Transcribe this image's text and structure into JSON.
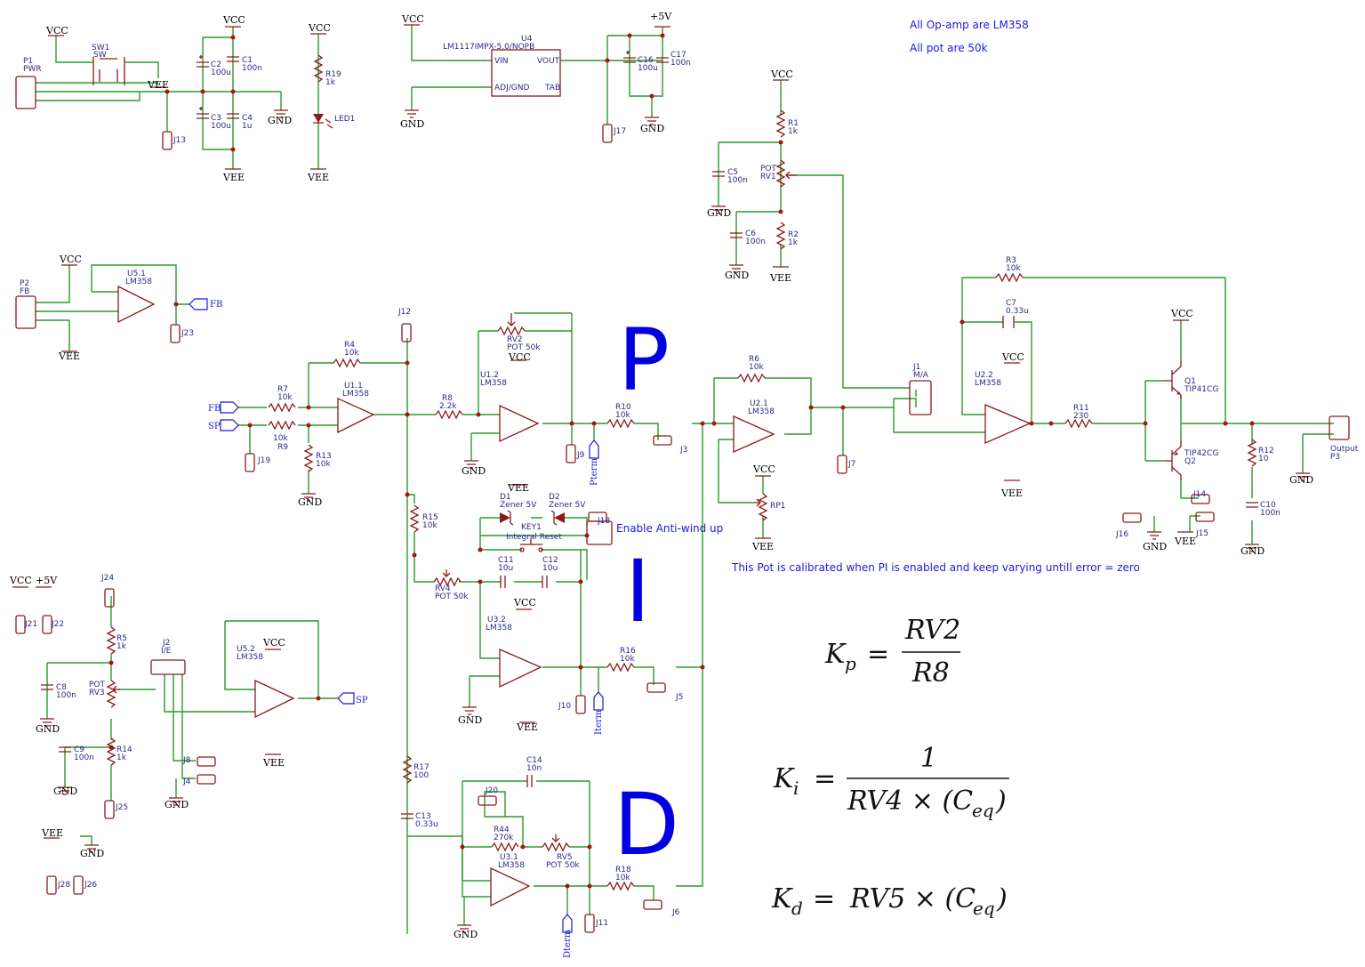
{
  "notes": {
    "opamp": "All Op-amp are LM358",
    "pot": "All pot are 50k",
    "calibration": "This Pot is calibrated when PI is enabled and keep varying untill error = zero",
    "antiwind": "Enable Anti-wind up"
  },
  "sections": {
    "p": "P",
    "i": "I",
    "d": "D"
  },
  "equations": {
    "kp": {
      "lhs": "K",
      "sub": "p",
      "num": "RV2",
      "den": "R8"
    },
    "ki": {
      "lhs": "K",
      "sub": "i",
      "num": "1",
      "den_a": "RV4 × (C",
      "den_sub": "eq",
      "den_b": ")"
    },
    "kd": {
      "lhs": "K",
      "sub": "d",
      "rhs_a": "RV5 × (C",
      "rhs_sub": "eq",
      "rhs_b": ")"
    }
  },
  "power": {
    "vcc": "VCC",
    "vee": "VEE",
    "gnd": "GND",
    "p5v": "+5V"
  },
  "global_labels": {
    "fb": "FB",
    "sp": "SP",
    "pterm": "Pterm",
    "iterm": "Iterm",
    "dterm": "Dterm"
  },
  "components": {
    "p1": {
      "ref": "P1",
      "val": "PWR"
    },
    "sw1": {
      "ref": "SW1",
      "val": "SW"
    },
    "c1": {
      "ref": "C1",
      "val": "100n"
    },
    "c2": {
      "ref": "C2",
      "val": "100u"
    },
    "c3": {
      "ref": "C3",
      "val": "100u"
    },
    "c4": {
      "ref": "C4",
      "val": "1u"
    },
    "r19": {
      "ref": "R19",
      "val": "1k"
    },
    "led1": {
      "ref": "LED1"
    },
    "u4": {
      "ref": "U4",
      "val": "LM1117IMPX-5.0/NOPB",
      "vin": "VIN",
      "vout": "VOUT",
      "adj": "ADJ/GND",
      "tab": "TAB"
    },
    "c16": {
      "ref": "C16",
      "val": "100u"
    },
    "c17": {
      "ref": "C17",
      "val": "100n"
    },
    "r1": {
      "ref": "R1",
      "val": "1k"
    },
    "rv1": {
      "ref": "RV1",
      "val": "POT"
    },
    "r2": {
      "ref": "R2",
      "val": "1k"
    },
    "c5": {
      "ref": "C5",
      "val": "100n"
    },
    "c6": {
      "ref": "C6",
      "val": "100n"
    },
    "p2": {
      "ref": "P2",
      "val": "FB"
    },
    "u51": {
      "ref": "U5.1",
      "val": "LM358"
    },
    "r4": {
      "ref": "R4",
      "val": "10k"
    },
    "r7": {
      "ref": "R7",
      "val": "10k"
    },
    "r9": {
      "ref": "R9",
      "val": "10k"
    },
    "r13": {
      "ref": "R13",
      "val": "10k"
    },
    "u11": {
      "ref": "U1.1",
      "val": "LM358"
    },
    "r8": {
      "ref": "R8",
      "val": "2.2k"
    },
    "rv2": {
      "ref": "RV2",
      "val": "POT 50k"
    },
    "u12": {
      "ref": "U1.2",
      "val": "LM358"
    },
    "r10": {
      "ref": "R10",
      "val": "10k"
    },
    "r6": {
      "ref": "R6",
      "val": "10k"
    },
    "u21": {
      "ref": "U2.1",
      "val": "LM358"
    },
    "rp1": {
      "ref": "RP1"
    },
    "j1": {
      "ref": "J1",
      "val": "M/A"
    },
    "r3": {
      "ref": "R3",
      "val": "10k"
    },
    "c7": {
      "ref": "C7",
      "val": "0.33u"
    },
    "u22": {
      "ref": "U2.2",
      "val": "LM358"
    },
    "r11": {
      "ref": "R11",
      "val": "230"
    },
    "q1": {
      "ref": "Q1",
      "val": "TIP41CG"
    },
    "q2": {
      "ref": "Q2",
      "val": "TIP42CG"
    },
    "r12": {
      "ref": "R12",
      "val": "10"
    },
    "c10": {
      "ref": "C10",
      "val": "100n"
    },
    "p3": {
      "ref": "P3",
      "val": "Output"
    },
    "r15": {
      "ref": "R15",
      "val": "10k"
    },
    "rv4": {
      "ref": "RV4",
      "val": "POT 50k"
    },
    "d1": {
      "ref": "D1",
      "val": "Zener 5V"
    },
    "d2": {
      "ref": "D2",
      "val": "Zener 5V"
    },
    "key1": {
      "ref": "KEY1",
      "val": "Integral Reset"
    },
    "c11": {
      "ref": "C11",
      "val": "10u"
    },
    "c12": {
      "ref": "C12",
      "val": "10u"
    },
    "u32": {
      "ref": "U3.2",
      "val": "LM358"
    },
    "r16": {
      "ref": "R16",
      "val": "10k"
    },
    "r17": {
      "ref": "R17",
      "val": "100"
    },
    "c13": {
      "ref": "C13",
      "val": "0.33u"
    },
    "c14": {
      "ref": "C14",
      "val": "10n"
    },
    "r44": {
      "ref": "R44",
      "val": "270k"
    },
    "rv5": {
      "ref": "RV5",
      "val": "POT 50k"
    },
    "u31": {
      "ref": "U3.1",
      "val": "LM358"
    },
    "r18": {
      "ref": "R18",
      "val": "10k"
    },
    "r5": {
      "ref": "R5",
      "val": "1k"
    },
    "rv3": {
      "ref": "RV3",
      "val": "POT"
    },
    "r14": {
      "ref": "R14",
      "val": "1k"
    },
    "c8": {
      "ref": "C8",
      "val": "100n"
    },
    "c9": {
      "ref": "C9",
      "val": "100n"
    },
    "j2": {
      "ref": "J2",
      "val": "I/E"
    },
    "u52": {
      "ref": "U5.2",
      "val": "LM358"
    }
  },
  "jumpers": [
    "J3",
    "J4",
    "J5",
    "J6",
    "J7",
    "J8",
    "J9",
    "J10",
    "J11",
    "J12",
    "J13",
    "J14",
    "J15",
    "J16",
    "J17",
    "J18",
    "J19",
    "J20",
    "J21",
    "J22",
    "J23",
    "J24",
    "J25",
    "J26",
    "J28"
  ]
}
